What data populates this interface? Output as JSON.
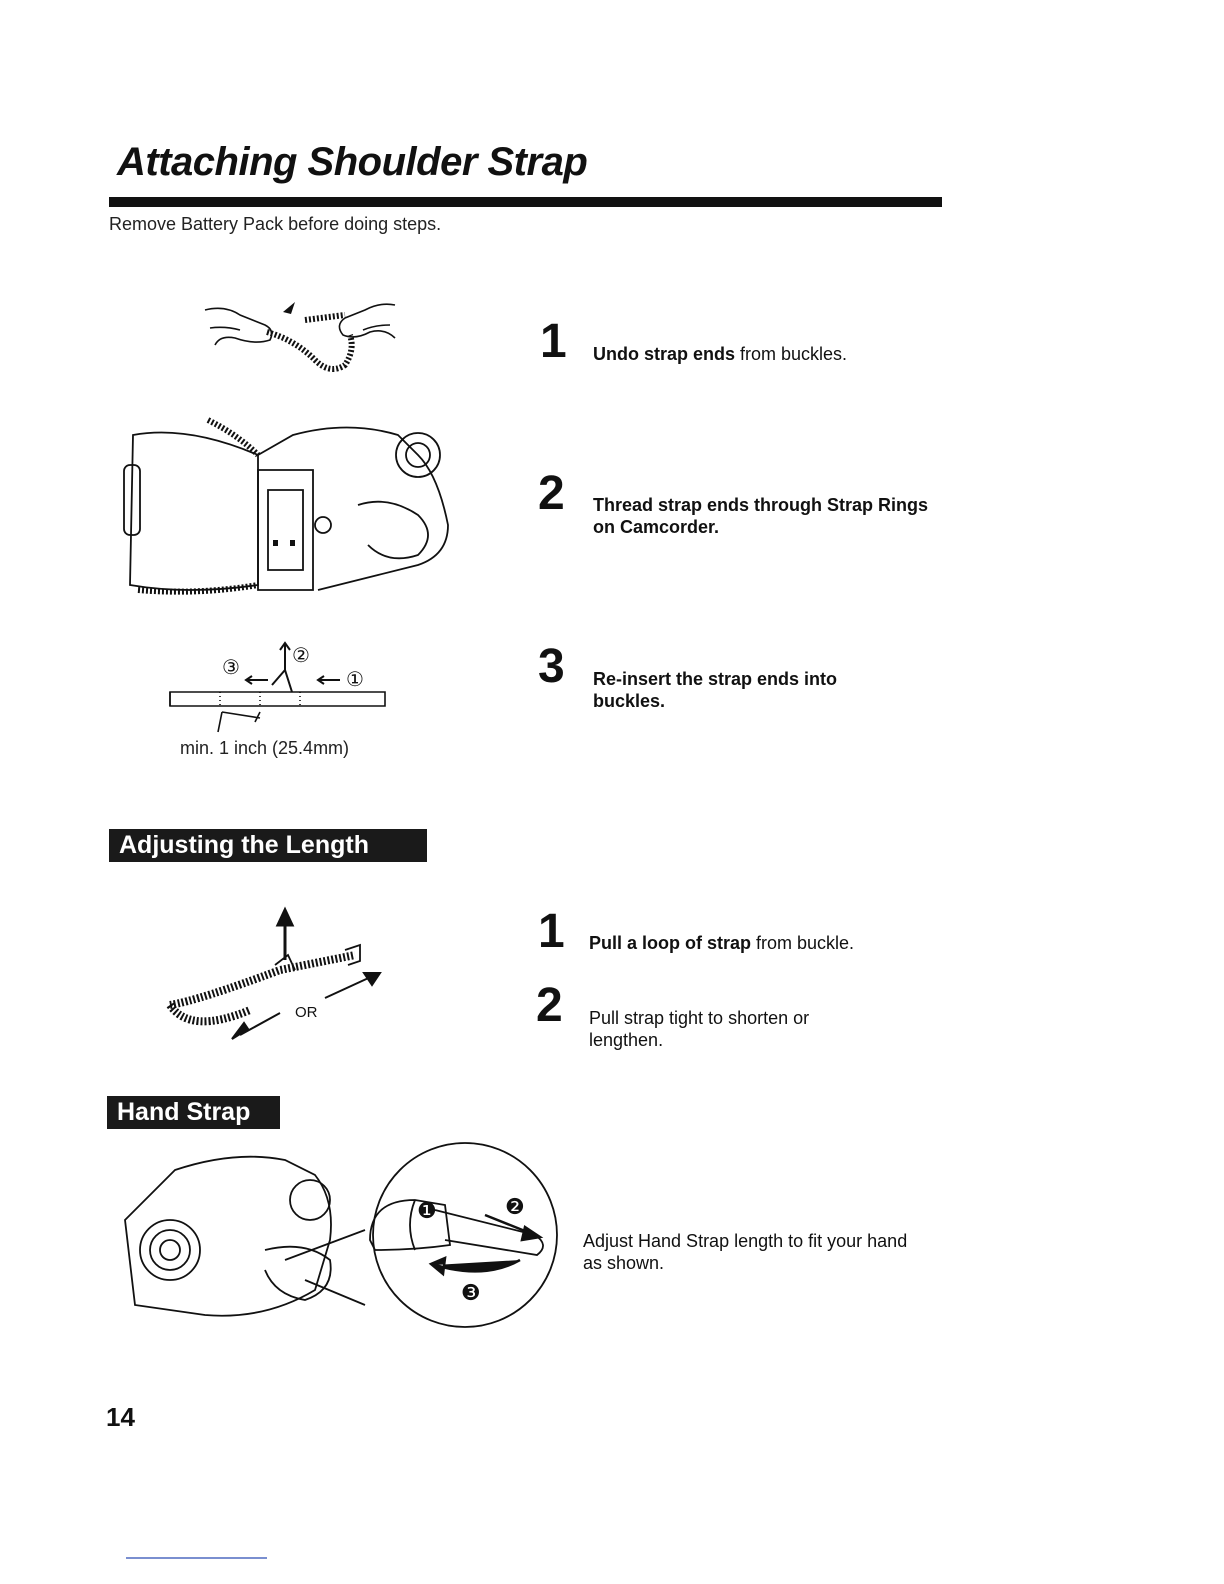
{
  "title": "Attaching Shoulder Strap",
  "intro": "Remove Battery Pack before doing steps.",
  "attach_steps": [
    {
      "num": "1",
      "bold": "Undo strap ends",
      "rest": " from buckles."
    },
    {
      "num": "2",
      "bold": "Thread strap ends through Strap Rings on Camcorder.",
      "rest": ""
    },
    {
      "num": "3",
      "bold": "Re-insert the strap ends into buckles.",
      "rest": ""
    }
  ],
  "diagram3": {
    "marks": [
      "③",
      "②",
      "①"
    ],
    "caption": "min. 1 inch (25.4mm)"
  },
  "adjust": {
    "heading": "Adjusting the Length",
    "or_label": "OR",
    "steps": [
      {
        "num": "1",
        "bold": "Pull a loop of strap",
        "rest": " from buckle."
      },
      {
        "num": "2",
        "bold": "",
        "rest": "Pull strap tight to shorten or lengthen."
      }
    ]
  },
  "hand": {
    "heading": "Hand Strap",
    "marks": [
      "❶",
      "❷",
      "❸"
    ],
    "text": "Adjust Hand Strap length to fit your hand as shown."
  },
  "page_number": "14"
}
